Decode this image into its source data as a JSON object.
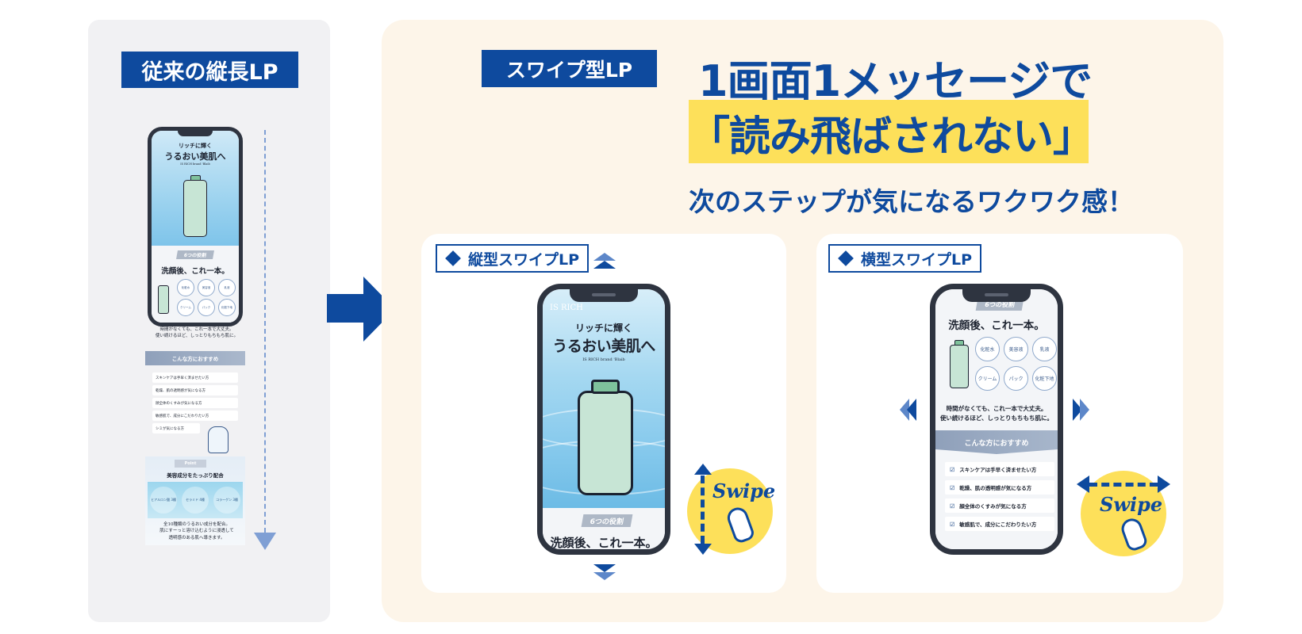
{
  "left": {
    "title": "従来の縦長LP",
    "phone": {
      "hero_line1": "リッチに輝く",
      "hero_line2": "うるおい美肌へ",
      "hero_line3": "IS RICH brand 'Blaib",
      "badge": "6つの役割",
      "heading": "洗顔後、これ一本。",
      "circles": [
        "化粧水",
        "美容液",
        "乳液",
        "クリーム",
        "パック",
        "化粧下地"
      ]
    },
    "body_text_1": "時間がなくても、これ一本で大丈夫。",
    "body_text_2": "使い続けるほど、しっとりもちもち肌に。",
    "band": "こんな方におすすめ",
    "checks": [
      "スキンケアは手早く済ませたい方",
      "乾燥、肌の透明感が気になる方",
      "顔全体のくすみが気になる方",
      "敏感肌で、成分にこだわりたい方",
      "シミが気になる方"
    ],
    "point_badge": "Point",
    "point_title": "美容成分をたっぷり配合",
    "point_circles": [
      "ヒアルロン酸 3種",
      "セラミド 4種",
      "コラーゲン 3種"
    ],
    "footer_1": "全10種類のうるおい成分を配合。",
    "footer_2": "肌にすーっと溶け込むように浸透して",
    "footer_3": "透明感のある肌へ導きます。"
  },
  "right": {
    "tag": "スワイプ型LP",
    "headline1": "1画面1メッセージで",
    "headline2": "「読み飛ばされない」",
    "subhead": "次のステップが気になるワクワク感！",
    "vertical": {
      "tag": "縦型スワイプLP",
      "brand": "IS RICH",
      "hero_line1": "リッチに輝く",
      "hero_line2": "うるおい美肌へ",
      "hero_line3": "IS RICH brand 'Blaib",
      "badge": "6つの役割",
      "heading": "洗顔後、これ一本。",
      "swipe": "Swipe"
    },
    "horizontal": {
      "tag": "横型スワイプLP",
      "badge": "6つの役割",
      "heading": "洗顔後、これ一本。",
      "circles": [
        "化粧水",
        "美容液",
        "乳液",
        "クリーム",
        "パック",
        "化粧下地"
      ],
      "body_1": "時間がなくても、これ一本で大丈夫。",
      "body_2": "使い続けるほど、しっとりもちもち肌に。",
      "band": "こんな方におすすめ",
      "checks": [
        "スキンケアは手早く済ませたい方",
        "乾燥、肌の透明感が気になる方",
        "顔全体のくすみが気になる方",
        "敏感肌で、成分にこだわりたい方"
      ],
      "swipe": "Swipe"
    }
  },
  "colors": {
    "brand_blue": "#0e4a9e",
    "highlight_yellow": "#fde05a",
    "panel_gray": "#f1f1f3",
    "panel_cream": "#fdf5e9"
  },
  "icons": [
    "diamond-icon",
    "chevron-up-icon",
    "chevron-down-icon",
    "chevron-left-icon",
    "chevron-right-icon",
    "pointing-hand-icon",
    "arrow-right-icon"
  ]
}
